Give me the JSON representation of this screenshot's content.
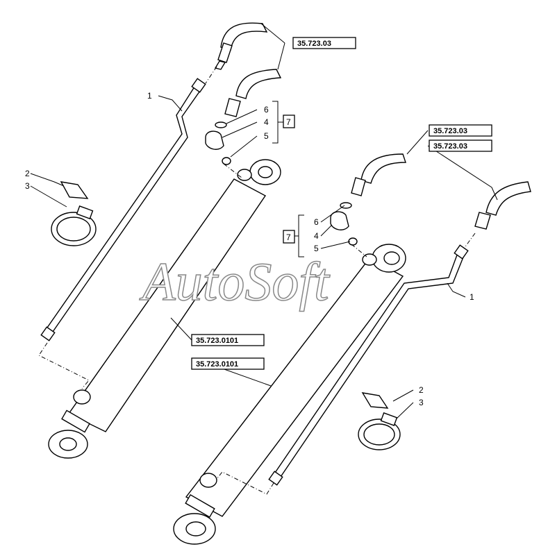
{
  "watermark": "AutoSoft",
  "callouts": {
    "item1": "1",
    "item2": "2",
    "item3": "3",
    "item4": "4",
    "item5": "5",
    "item6": "6",
    "item7": "7"
  },
  "references": {
    "hose_ref": "35.723.03",
    "cylinder_ref": "35.723.0101"
  },
  "colors": {
    "line": "#000000",
    "watermark_outline": "#888888",
    "background": "#ffffff"
  }
}
